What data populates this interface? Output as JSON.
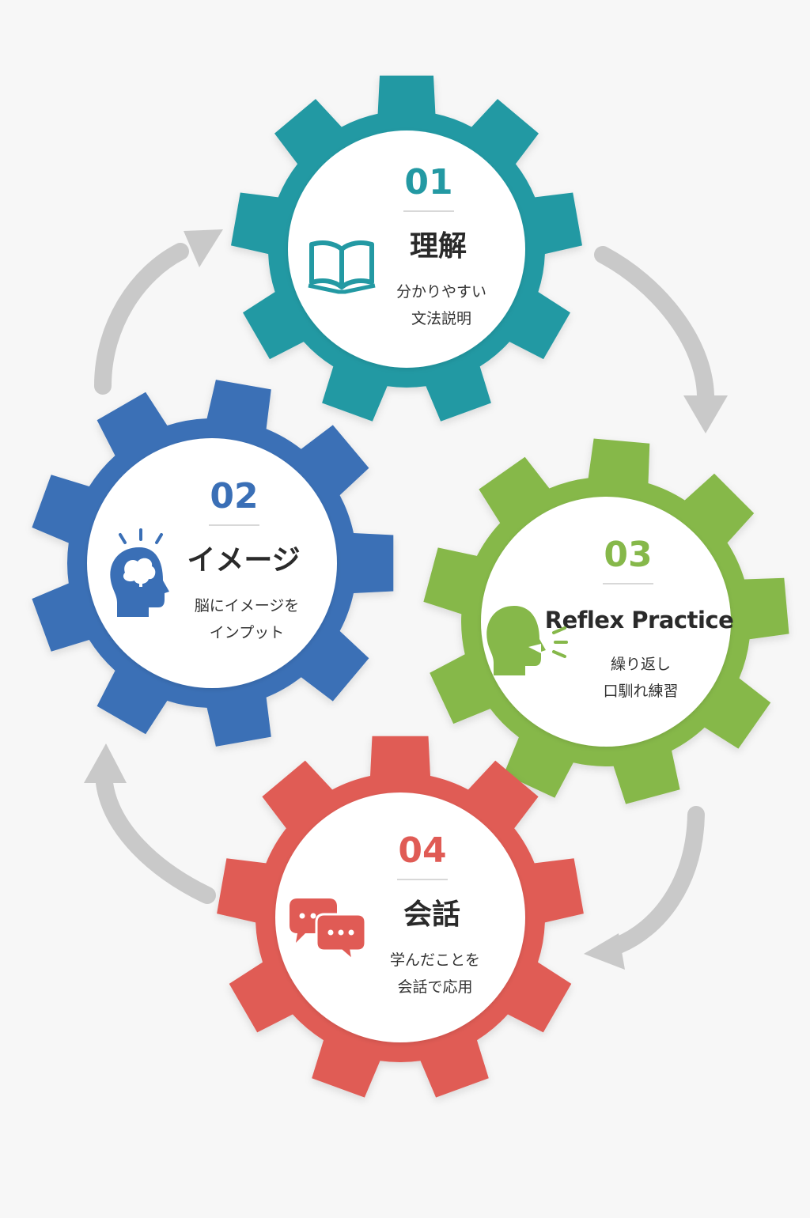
{
  "colors": {
    "background": "#f7f7f7",
    "arrow": "#c9c9c9",
    "teal": "#2399a3",
    "blue": "#3a6fb6",
    "green": "#86b84a",
    "red": "#e05b55"
  },
  "steps": [
    {
      "number": "01",
      "title": "理解",
      "desc_line1": "分かりやすい",
      "desc_line2": "文法説明",
      "icon": "open-book-icon",
      "color": "#2399a3"
    },
    {
      "number": "02",
      "title": "イメージ",
      "desc_line1": "脳にイメージを",
      "desc_line2": "インプット",
      "icon": "head-brain-icon",
      "color": "#3a6fb6"
    },
    {
      "number": "03",
      "title": "Reflex Practice",
      "desc_line1": "繰り返し",
      "desc_line2": "口馴れ練習",
      "icon": "speaking-head-icon",
      "color": "#86b84a"
    },
    {
      "number": "04",
      "title": "会話",
      "desc_line1": "学んだことを",
      "desc_line2": "会話で応用",
      "icon": "chat-bubbles-icon",
      "color": "#e05b55"
    }
  ]
}
